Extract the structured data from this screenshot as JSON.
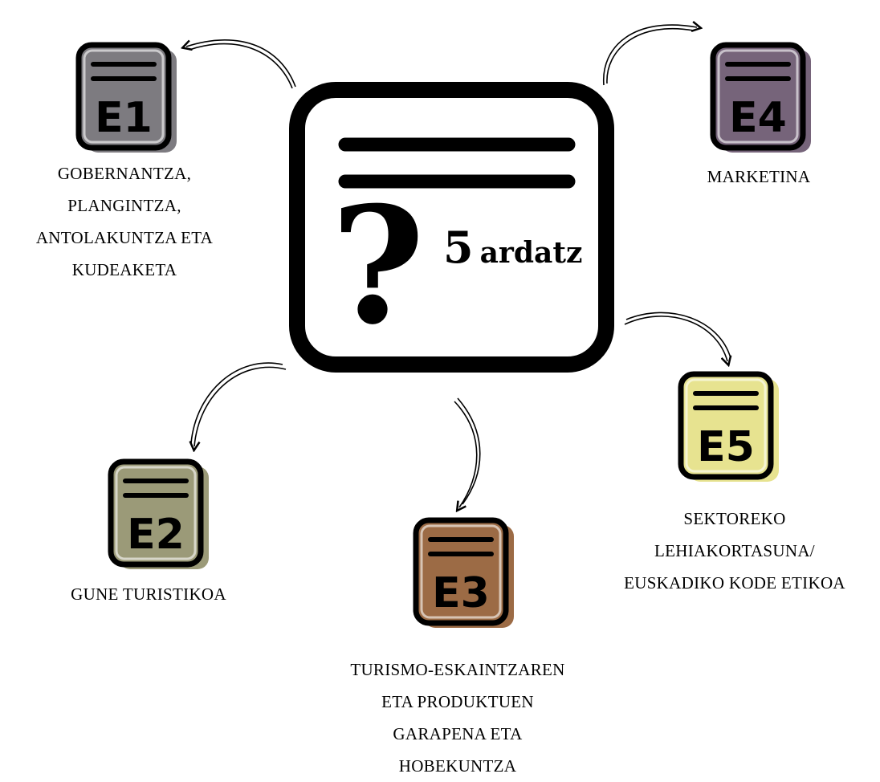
{
  "center": {
    "number": "5",
    "word": "ardatz",
    "symbol": "?"
  },
  "axes": [
    {
      "code": "E1",
      "color": "#7d7b80",
      "lines": [
        "GOBERNANTZA,",
        "PLANGINTZA,",
        "ANTOLAKUNTZA ETA",
        "KUDEAKETA"
      ]
    },
    {
      "code": "E2",
      "color": "#9b9a78",
      "lines": [
        "GUNE TURISTIKOA"
      ]
    },
    {
      "code": "E3",
      "color": "#9c6b45",
      "lines": [
        "TURISMO-ESKAINTZAREN",
        "ETA PRODUKTUEN",
        "GARAPENA ETA",
        "HOBEKUNTZA"
      ]
    },
    {
      "code": "E4",
      "color": "#76647a",
      "lines": [
        "MARKETINA"
      ]
    },
    {
      "code": "E5",
      "color": "#e7e390",
      "lines": [
        "SEKTOREKO",
        "LEHIAKORTASUNA/",
        "EUSKADIKO KODE ETIKOA"
      ]
    }
  ]
}
